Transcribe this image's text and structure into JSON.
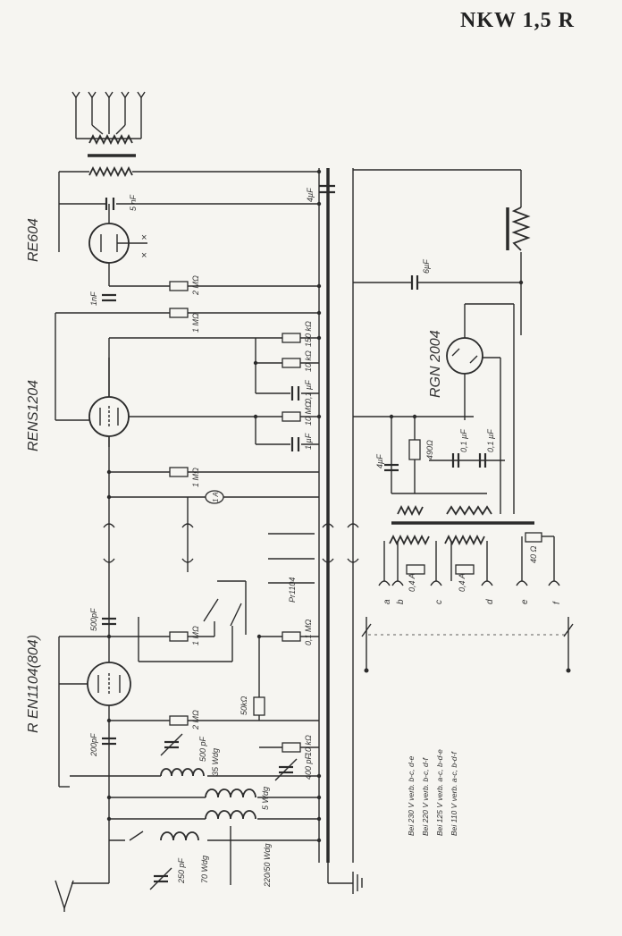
{
  "title": "NKW 1,5 R",
  "tubes": {
    "re604": "RE604",
    "rens1204": "RENS1204",
    "ren1104": "R EN1104(804)",
    "rgn2004": "RGN 2004"
  },
  "labels": {
    "c_5nF": "5 nF",
    "c_4uF_top": "4µF",
    "c_6uF": "6µF",
    "c_1nF": "1nF",
    "r_2MOhm_top": "2 MΩ",
    "r_1MOhm_a": "1 MΩ",
    "r_150kOhm": "150 kΩ",
    "r_10kOhm_a": "10 kΩ",
    "c_01uF_a": "0,1 µF",
    "r_10MOhm": "10 MΩ",
    "c_1uF": "1 µF",
    "r_1MOhm_b": "1 MΩ",
    "fuse": "1 A",
    "c_4uF_mid": "4µF",
    "r_490Ohm": "490Ω",
    "c_01uF_b": "0,1 µF",
    "c_01uF_c": "0,1 µF",
    "c_500pF_a": "500pF",
    "r_1MOhm_c": "1 MΩ",
    "r_01MOhm": "0,1 MΩ",
    "tube_pr": "Pr1104",
    "r_50kOhm": "50kΩ",
    "r_2MOhm_b": "2 MΩ",
    "r_10kOhm_b": "10 kΩ",
    "c_200pF": "200pF",
    "c_500pF_b": "500 pF",
    "wdg_35": "35 Wdg",
    "c_400pF": "400 pF",
    "wdg_5": "5 Wdg",
    "wdg_70": "70 Wdg",
    "c_250pF": "250 pF",
    "wdg_220": "220/50 Wdg",
    "r_04A_a": "0,4 A",
    "r_04A_b": "0,4 A",
    "r_40Ohm": "40 Ω"
  },
  "terminals": [
    "a",
    "b",
    "c",
    "d",
    "e",
    "f"
  ],
  "notes": [
    "Bei 230 V verb. b-c, d-e",
    "Bei 220 V verb. b-c, d-f",
    "Bei 125 V verb. a-c, b-d-e",
    "Bei 110 V verb. a-c, b-d-f"
  ]
}
